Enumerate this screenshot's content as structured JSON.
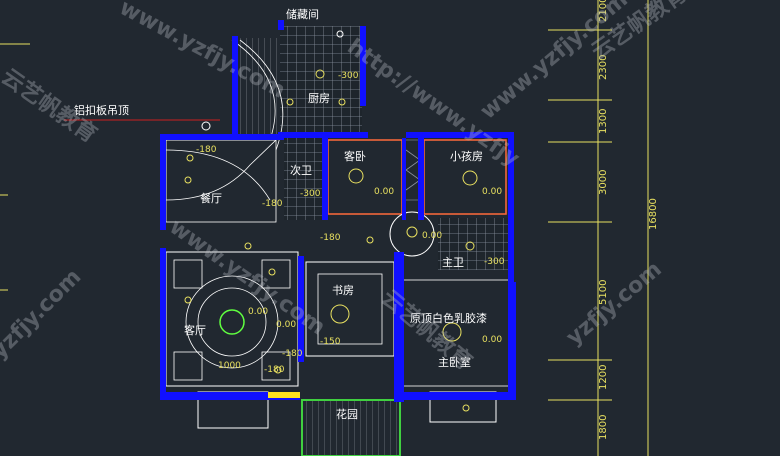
{
  "labels": {
    "storage": "储藏间",
    "kitchen": "厨房",
    "ceiling_note": "铝扣板吊顶",
    "dining": "餐厅",
    "bath": "次卫",
    "guest_bed": "客卧",
    "kids_room": "小孩房",
    "master_bath": "主卫",
    "study": "书房",
    "living": "客厅",
    "paint_note": "原顶白色乳胶漆",
    "master_bed": "主卧室",
    "garden": "花园"
  },
  "levels": {
    "kitchen": "-300",
    "dining_a": "-180",
    "dining_b": "-180",
    "bath": "-300",
    "guest": "0.00",
    "kids": "0.00",
    "hall": "0.00",
    "corridor": "-180",
    "master_bath": "-300",
    "living_a": "0.00",
    "living_b": "0.00",
    "study_a": "-150",
    "study_b": "-180",
    "living_c": "-180",
    "master_bed": "0.00"
  },
  "dimensions": {
    "d1": "2100",
    "d2": "2300",
    "d3": "1300",
    "d4": "3000",
    "d5": "5100",
    "d6": "1200",
    "d7": "1800",
    "total": "16800",
    "w1": "1000"
  },
  "watermarks": {
    "url1": "www.yzfjy.com",
    "url2": "http://www.yzfjy",
    "brand": "云艺帆教育",
    "url3": "yzfjy.com",
    "url4": "www.yzfjy.com"
  },
  "colors": {
    "background": "#212830",
    "wall": "#1010ff",
    "dimension": "#e8e060",
    "ceiling_outline": "#ff6a3a",
    "leader": "#cc2020",
    "grid": "#8a92a0"
  }
}
